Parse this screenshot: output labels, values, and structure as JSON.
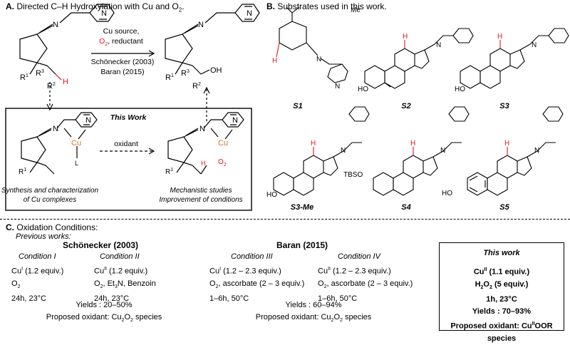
{
  "section_a": {
    "label_letter": "A.",
    "label_text": "Directed C–H Hydroxylation with Cu and O",
    "label_sub": "2",
    "label_end": ".",
    "arrow_line1": "Cu source,",
    "arrow_o2": "O",
    "arrow_o2_sub": "2",
    "arrow_line2_rest": ", reductant",
    "arrow_ref1": "Schönecker (2003)",
    "arrow_ref2": "Baran (2015)",
    "this_work": "This Work",
    "oxidant": "oxidant",
    "caption_left_1": "Synthesis and characterization",
    "caption_left_2": "of Cu complexes",
    "caption_right_1": "Mechanistic studies",
    "caption_right_2": "Improvement of conditions",
    "atoms": {
      "N": "N",
      "H": "H",
      "OH": "OH",
      "Cu": "Cu",
      "L": "L",
      "O2": "O",
      "O2_sub": "2",
      "R": "R",
      "R1": "1",
      "R2": "2",
      "R3": "3"
    }
  },
  "section_b": {
    "label_letter": "B.",
    "label_text": "Substrates used in this work.",
    "compounds": [
      "S1",
      "S2",
      "S3",
      "S3-Me",
      "S4",
      "S5"
    ],
    "atoms": {
      "N": "N",
      "H": "H",
      "HO": "HO",
      "TBSO": "TBSO",
      "Me": "Me"
    }
  },
  "section_c": {
    "label_letter": "C.",
    "label_text": "Oxidation Conditions:",
    "previous": "Previous works:",
    "schonecker": {
      "title": "Schönecker (2003)",
      "cond1": {
        "name": "Condition I",
        "cu": "Cu",
        "cu_sup": "I",
        "cu_rest": " (1.2 equiv.)",
        "oxid": "O",
        "oxid_sub": "2",
        "time": "24h, 23°C"
      },
      "cond2": {
        "name": "Condition II",
        "cu": "Cu",
        "cu_sup": "II",
        "cu_rest": " (1.2 equiv.)",
        "oxid": "O",
        "oxid_sub": "2",
        "oxid_rest": ", Et",
        "oxid_sub2": "3",
        "oxid_rest2": "N, Benzoin",
        "time": "24h, 23°C"
      },
      "yields": "Yields : 20–50%",
      "oxidant": "Proposed oxidant: Cu",
      "oxidant_sub1": "2",
      "oxidant_mid": "O",
      "oxidant_sub2": "2",
      "oxidant_end": " species"
    },
    "baran": {
      "title": "Baran (2015)",
      "cond3": {
        "name": "Condition III",
        "cu": "Cu",
        "cu_sup": "I",
        "cu_rest": " (1.2 – 2.3 equiv.)",
        "oxid": "O",
        "oxid_sub": "2",
        "oxid_rest": ", ascorbate (2 – 3 equiv.)",
        "time": "1–6h, 50°C"
      },
      "cond4": {
        "name": "Condition IV",
        "cu": "Cu",
        "cu_sup": "II",
        "cu_rest": " (1.2 – 2.3 equiv.)",
        "oxid": "O",
        "oxid_sub": "2",
        "oxid_rest": ", ascorbate (2 – 3 equiv.)",
        "time": "1–6h, 50°C"
      },
      "yields": "Yields : 60–94%",
      "oxidant": "Proposed oxidant: Cu",
      "oxidant_sub1": "2",
      "oxidant_mid": "O",
      "oxidant_sub2": "2",
      "oxidant_end": " species"
    },
    "this_work": {
      "title": "This work",
      "cu": "Cu",
      "cu_sup": "II",
      "cu_rest": " (1.1 equiv.)",
      "h2o2_a": "H",
      "h2o2_sub1": "2",
      "h2o2_b": "O",
      "h2o2_sub2": "2",
      "h2o2_rest": " (5 equiv.)",
      "time": "1h, 23°C",
      "yields": "Yields : 70–93%",
      "oxidant": "Proposed oxidant: Cu",
      "oxidant_sup": "II",
      "oxidant_end": "OOR species"
    }
  },
  "colors": {
    "red": "#e0141e",
    "orange": "#d9761c",
    "black": "#000000"
  }
}
